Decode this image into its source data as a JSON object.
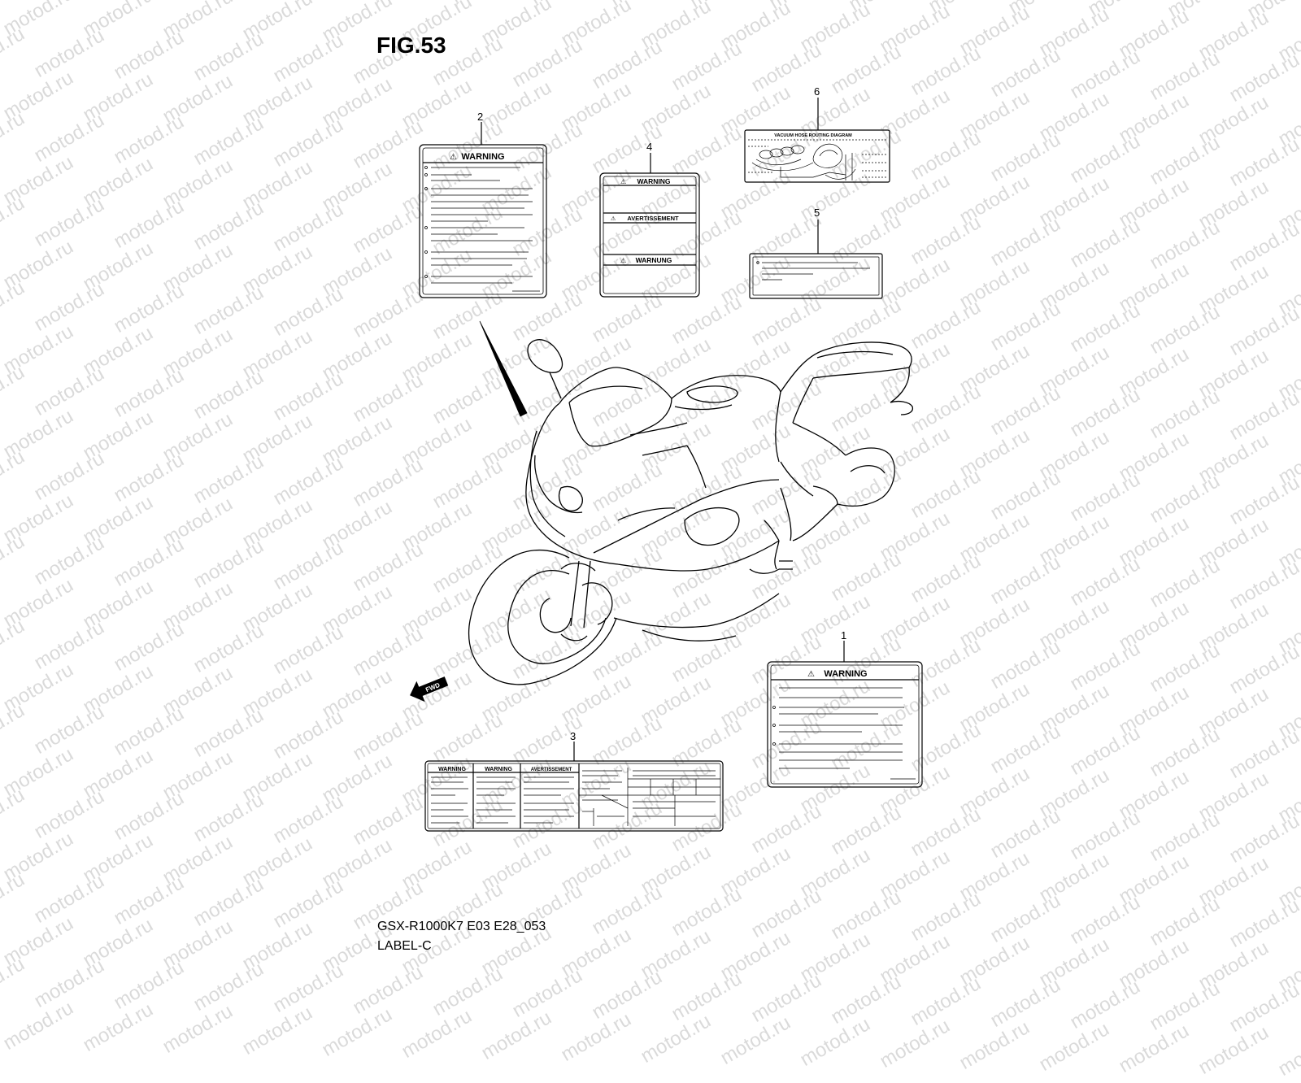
{
  "figure": {
    "title": "FIG.53",
    "model": "GSX-R1000K7 E03 E28_053",
    "subtitle": "LABEL-C"
  },
  "watermark": "motod.ru",
  "callouts": [
    "1",
    "2",
    "3",
    "4",
    "5",
    "6"
  ],
  "labels": {
    "label1": {
      "heading": "WARNING"
    },
    "label2": {
      "heading": "WARNING"
    },
    "label3": {
      "headings": [
        "WARNING",
        "WARNING",
        "AVERTISSEMENT"
      ]
    },
    "label4": {
      "headings": [
        "WARNING",
        "AVERTISSEMENT",
        "WARNUNG"
      ]
    },
    "label6": {
      "heading": "VACUUM HOSE ROUTING DIAGRAM"
    }
  },
  "direction_marker": "FWD"
}
